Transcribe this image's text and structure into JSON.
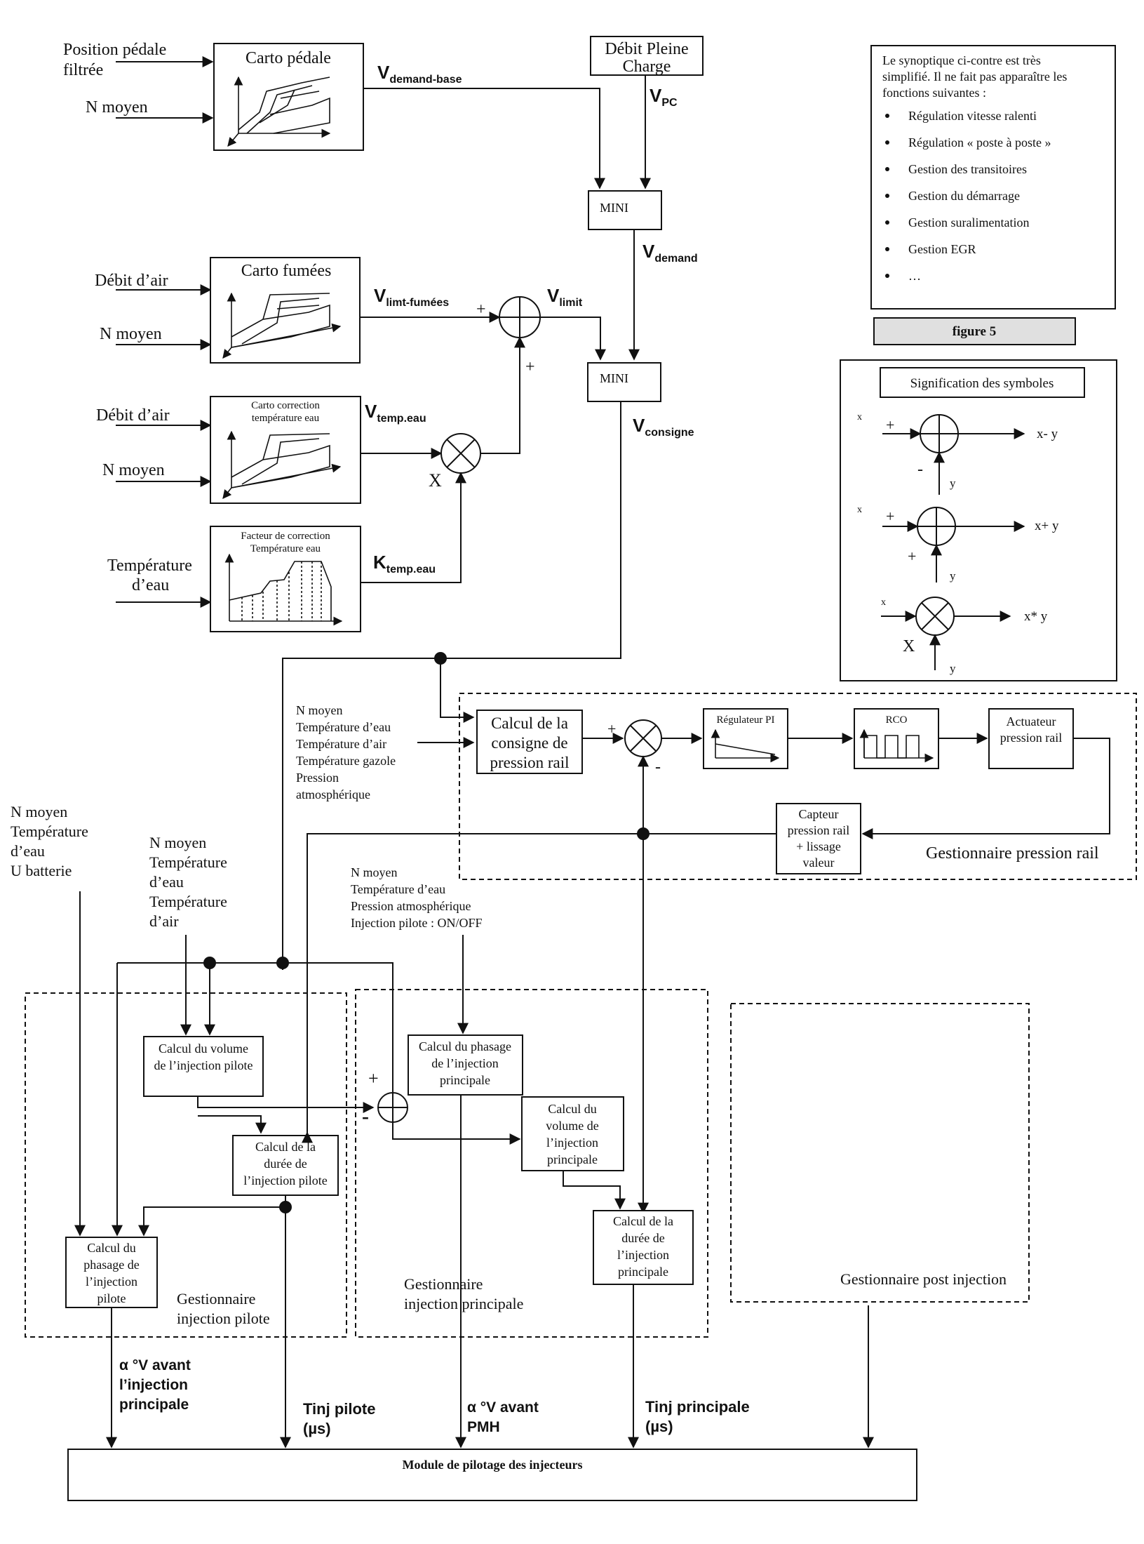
{
  "inputs": {
    "pedal_pos": [
      "Position pédale",
      "filtrée"
    ],
    "n_moyen": "N moyen",
    "debit_air": "Débit d’air",
    "temp_eau": [
      "Température",
      "d’eau"
    ]
  },
  "blocks": {
    "carto_pedale": "Carto pédale",
    "debit_pleine_charge": [
      "Débit Pleine",
      "Charge"
    ],
    "carto_fumees": "Carto fumées",
    "carto_correction": [
      "Carto correction",
      "température eau"
    ],
    "facteur_correction": [
      "Facteur de correction",
      "Température eau"
    ],
    "mini": "MINI",
    "calcul_consigne": [
      "Calcul de la",
      "consigne de",
      "pression rail"
    ],
    "regulateur_pi": "Régulateur PI",
    "rco": "RCO",
    "actuateur": [
      "Actuateur",
      "pression rail"
    ],
    "capteur": [
      "Capteur",
      "pression rail",
      "+ lissage",
      "valeur"
    ],
    "calc_vol_pilote": [
      "Calcul du volume",
      "de l’injection pilote"
    ],
    "calc_duree_pilote": [
      "Calcul de la",
      "durée de",
      "l’injection pilote"
    ],
    "calc_phasage_pilote": [
      "Calcul du",
      "phasage de",
      "l’injection",
      "pilote"
    ],
    "calc_phasage_principale": [
      "Calcul du phasage",
      "de l’injection",
      "principale"
    ],
    "calc_vol_principale": [
      "Calcul du",
      "volume de",
      "l’injection",
      "principale"
    ],
    "calc_duree_principale": [
      "Calcul de la",
      "durée de",
      "l’injection",
      "principale"
    ],
    "module": "Module de pilotage des injecteurs"
  },
  "signals": {
    "v_demand_base": {
      "main": "V",
      "sub": "demand-base"
    },
    "v_pc": {
      "main": "V",
      "sub": "PC"
    },
    "v_demand": {
      "main": "V",
      "sub": "demand"
    },
    "v_limt_fumees": {
      "main": "V",
      "sub": "limt-fumées"
    },
    "v_limit": {
      "main": "V",
      "sub": "limit"
    },
    "v_temp_eau": {
      "main": "V",
      "sub": "temp.eau"
    },
    "k_temp_eau": {
      "main": "K",
      "sub": "temp.eau"
    },
    "v_consigne": {
      "main": "V",
      "sub": "consigne"
    }
  },
  "op_signs": {
    "plus": "+",
    "minus": "-",
    "mult": "X"
  },
  "rail_inputs": [
    "N moyen",
    "Température d’eau",
    "Température d’air",
    "Température gazole",
    "Pression",
    "atmosphérique"
  ],
  "left_inputs": [
    "N moyen",
    "Température",
    "d’eau",
    "U batterie"
  ],
  "pilot_inputs": [
    "N moyen",
    "Température",
    "d’eau",
    "Température",
    "d’air"
  ],
  "main_inputs": [
    "N moyen",
    "Température d’eau",
    "Pression atmosphérique",
    "Injection pilote : ON/OFF"
  ],
  "managers": {
    "pression_rail": "Gestionnaire pression rail",
    "pilote": [
      "Gestionnaire",
      "injection pilote"
    ],
    "principale": [
      "Gestionnaire",
      "injection principale"
    ],
    "post": "Gestionnaire post injection"
  },
  "outputs": {
    "alpha_pilote": [
      "α °V avant",
      "l’injection",
      "principale"
    ],
    "tinj_pilote": [
      "Tinj pilote",
      "(µs)"
    ],
    "alpha_principale": [
      "α °V avant",
      "PMH"
    ],
    "tinj_principale": [
      "Tinj principale",
      "(µs)"
    ]
  },
  "note": {
    "intro": [
      "Le synoptique ci-contre est très",
      "simplifié. Il ne fait pas apparaître les",
      "fonctions suivantes :"
    ],
    "items": [
      "Régulation vitesse ralenti",
      "Régulation « poste à poste »",
      "Gestion des transitoires",
      "Gestion du démarrage",
      "Gestion suralimentation",
      "Gestion EGR",
      "…"
    ]
  },
  "figure_label": "figure 5",
  "legend": {
    "title": "Signification des symboles",
    "x": "x",
    "y": "y",
    "diff": "x- y",
    "sum": "x+ y",
    "prod": "x* y"
  }
}
